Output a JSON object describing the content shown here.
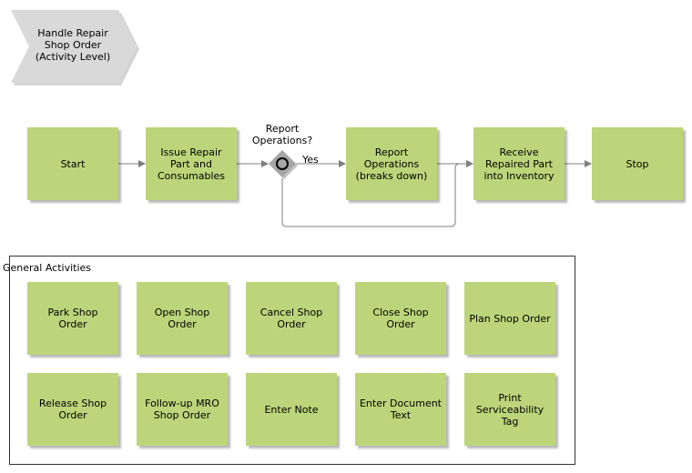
{
  "header": {
    "title": "Handle Repair\nShop Order\n(Activity Level)"
  },
  "flow": {
    "start": "Start",
    "issue": "Issue Repair\nPart and\nConsumables",
    "decision_label": "Report\nOperations?",
    "yes_label": "Yes",
    "report_ops": "Report\nOperations\n(breaks down)",
    "receive": "Receive\nRepaired Part\ninto Inventory",
    "stop": "Stop"
  },
  "general": {
    "title": "General Activities",
    "items": [
      "Park Shop\nOrder",
      "Open Shop\nOrder",
      "Cancel Shop\nOrder",
      "Close Shop\nOrder",
      "Plan Shop Order",
      "Release Shop\nOrder",
      "Follow-up MRO\nShop Order",
      "Enter Note",
      "Enter Document\nText",
      "Print\nServiceability\nTag"
    ]
  },
  "colors": {
    "node_fill": "#bcd57a",
    "header_fill": "#d9d9d9",
    "decision_fill": "#a6a6a6",
    "connector": "#7f7f7f"
  }
}
